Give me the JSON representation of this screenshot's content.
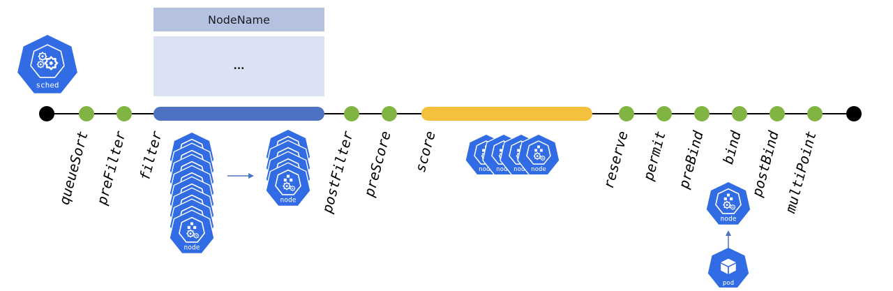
{
  "nodename_box": {
    "header": "NodeName",
    "content": "..."
  },
  "scheduler_icon": {
    "label": "sched"
  },
  "node_label": "node",
  "pod_label": "pod",
  "extension_points": [
    "queueSort",
    "preFilter",
    "filter",
    "postFilter",
    "preScore",
    "score",
    "reserve",
    "permit",
    "preBind",
    "bind",
    "postBind",
    "multiPoint"
  ],
  "node_counts": {
    "filter_in": 8,
    "filter_out": 4,
    "score": 4
  },
  "colors": {
    "timeline": "#000000",
    "point": "#81b442",
    "filter_bar": "#4d72c2",
    "score_bar": "#f5c03b",
    "k8s_blue": "#326ce5",
    "box_header": "#b4c1e1",
    "box_body": "#dbe2f3",
    "arrow": "#4d72c2"
  }
}
